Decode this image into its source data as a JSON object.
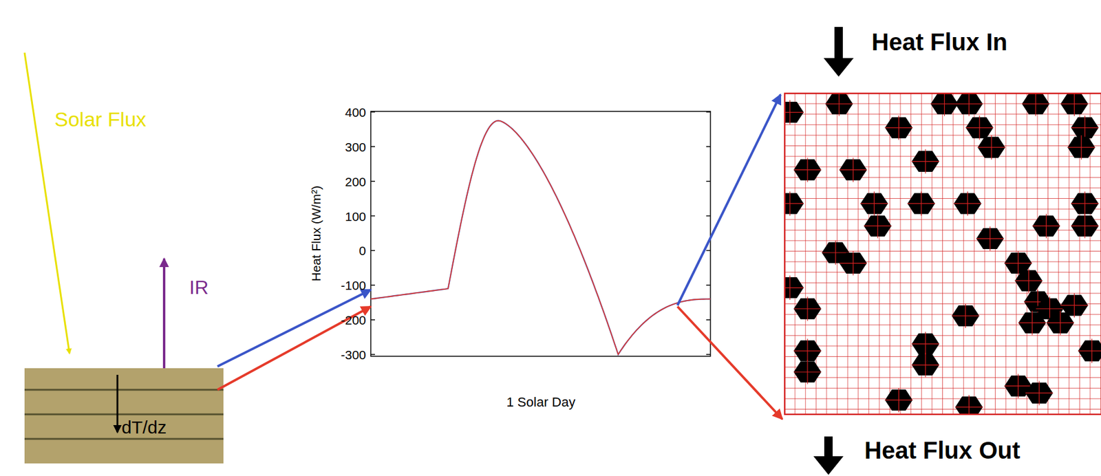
{
  "diagram": {
    "labels": [
      "Solar Flux",
      "IR",
      "dT/dz",
      "400",
      "300",
      "200",
      "100",
      "0",
      "-100",
      "-200",
      "-300",
      "Heat Flux (W/m²)",
      "1 Solar Day",
      "Heat Flux In",
      "Heat Flux Out"
    ]
  }
}
